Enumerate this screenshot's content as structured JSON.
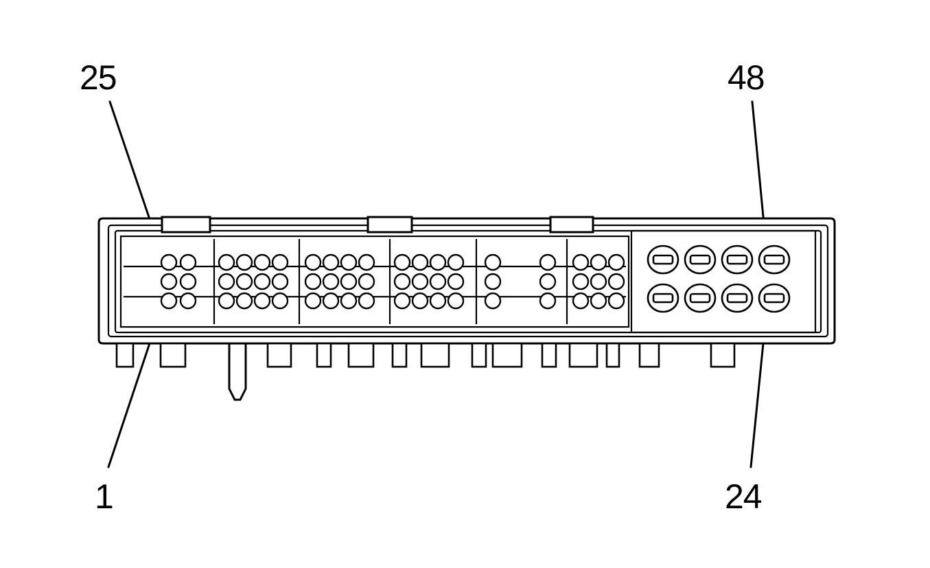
{
  "diagram": {
    "labels": {
      "top_left": "25",
      "top_right": "48",
      "bottom_left": "1",
      "bottom_right": "24"
    },
    "colors": {
      "ink": "#000000",
      "background": "#ffffff"
    }
  }
}
